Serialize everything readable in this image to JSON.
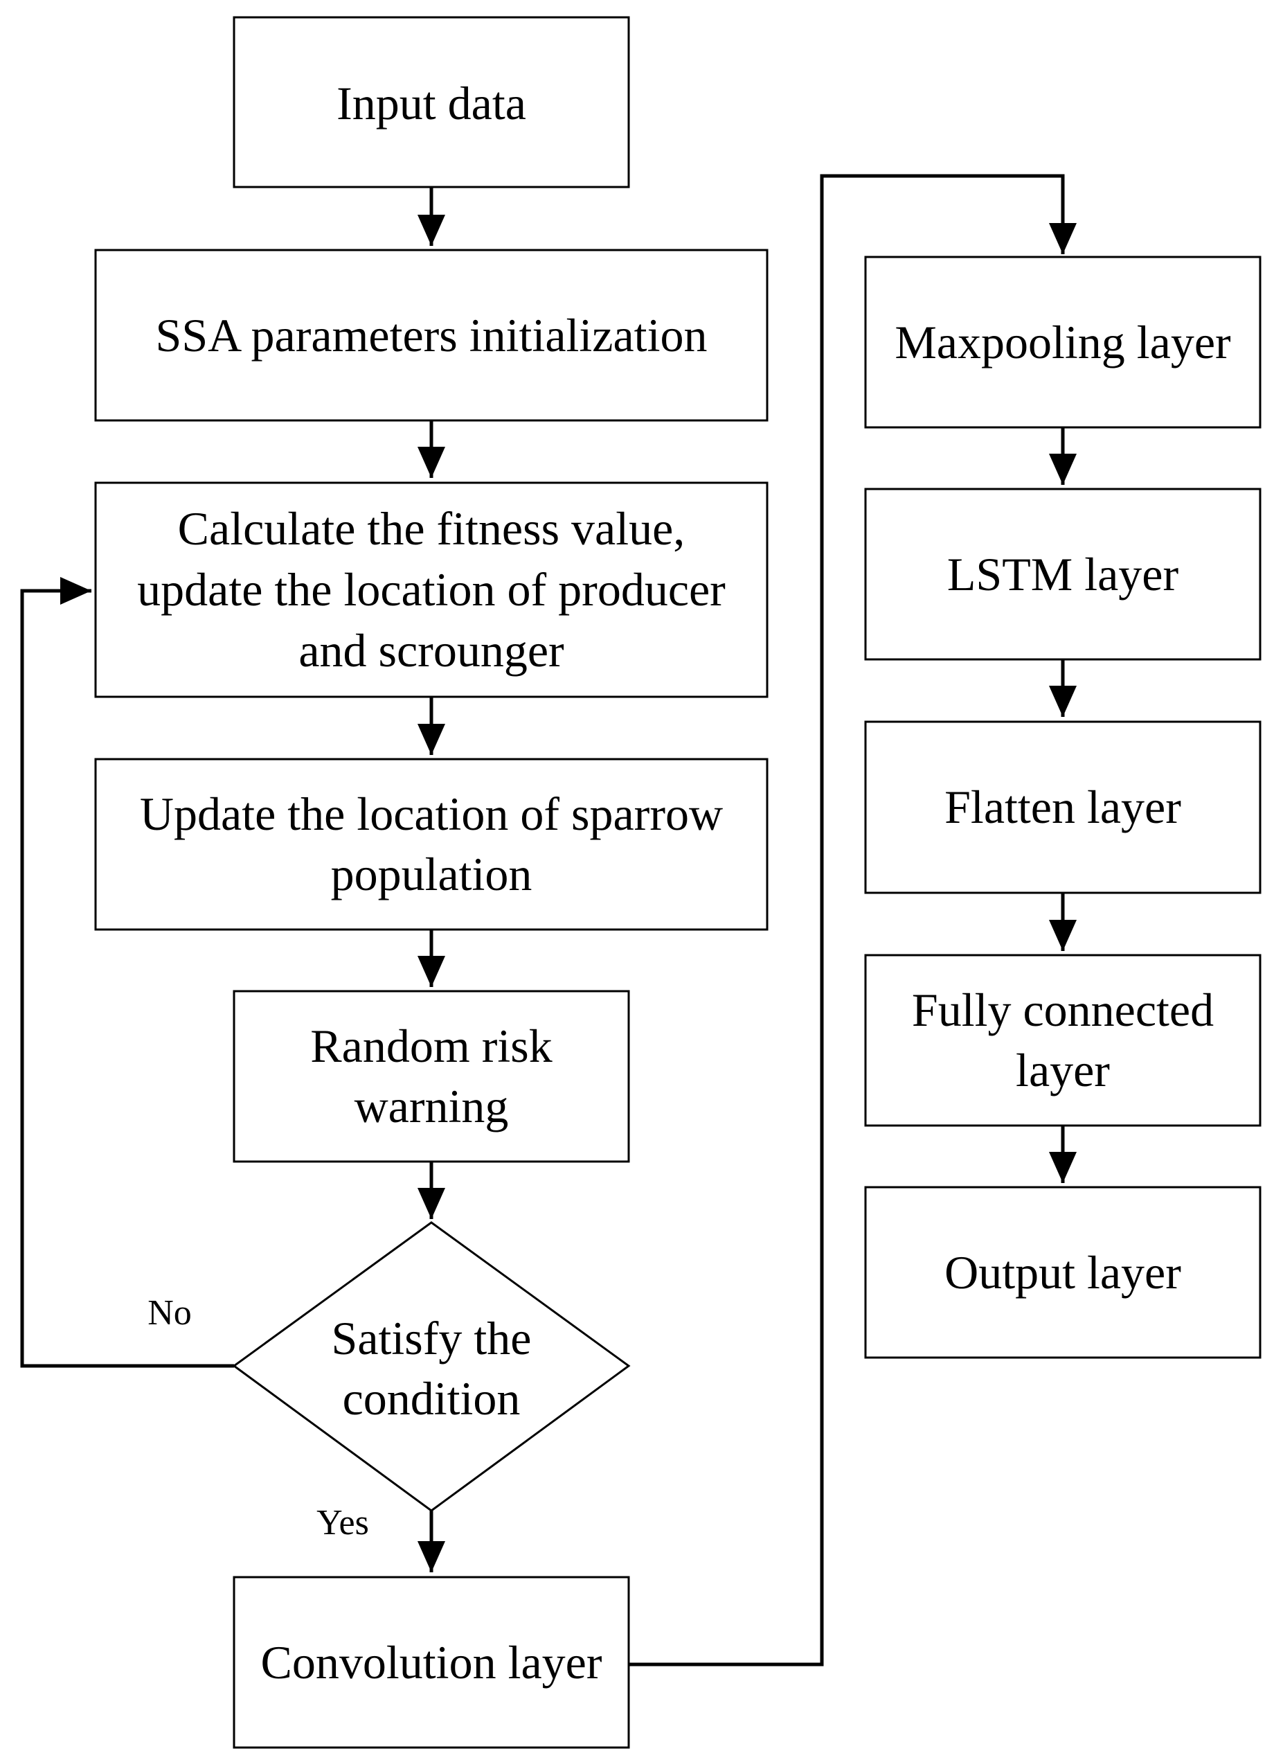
{
  "diagram": {
    "nodes": {
      "input_data": {
        "lines": [
          "Input data"
        ]
      },
      "ssa_init": {
        "lines": [
          "SSA parameters initialization"
        ]
      },
      "calc_fitness": {
        "lines": [
          "Calculate the fitness value,",
          "update the location of producer",
          "and scrounger"
        ]
      },
      "update_sparrow": {
        "lines": [
          "Update the location of sparrow",
          "population"
        ]
      },
      "random_risk": {
        "lines": [
          "Random risk",
          "warning"
        ]
      },
      "satisfy_condition": {
        "lines": [
          "Satisfy the",
          "condition"
        ]
      },
      "convolution": {
        "lines": [
          "Convolution layer"
        ]
      },
      "maxpooling": {
        "lines": [
          "Maxpooling layer"
        ]
      },
      "lstm": {
        "lines": [
          "LSTM layer"
        ]
      },
      "flatten": {
        "lines": [
          "Flatten layer"
        ]
      },
      "fully_connected": {
        "lines": [
          "Fully connected",
          "layer"
        ]
      },
      "output": {
        "lines": [
          "Output layer"
        ]
      }
    },
    "edge_labels": {
      "no": "No",
      "yes": "Yes"
    },
    "colors": {
      "stroke": "#000000",
      "fill": "#ffffff",
      "text": "#000000"
    }
  }
}
